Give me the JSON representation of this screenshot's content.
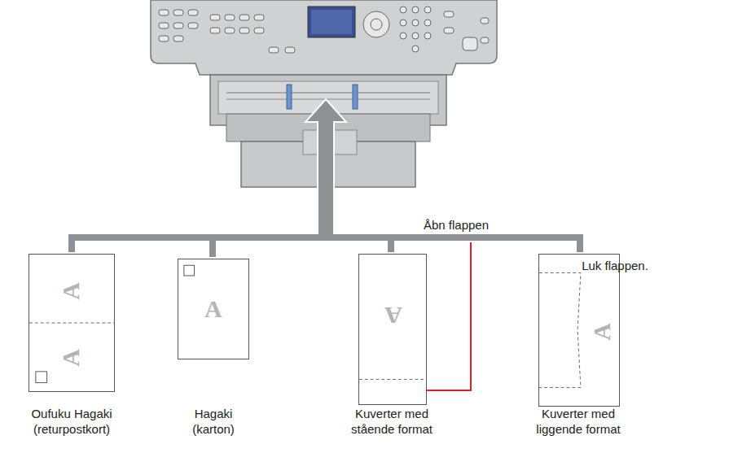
{
  "diagram": {
    "nodes": [
      {
        "text": [
          "A",
          "A"
        ]
      },
      {
        "text": [
          "A"
        ]
      },
      {
        "text": [
          "A"
        ]
      },
      {
        "text": [
          "A"
        ]
      }
    ],
    "labels": [
      "Åbn flappen",
      "Luk flappen.",
      "Oufuku Hagaki (returpostkort)",
      "Hagaki (karton)",
      "Kuverter med stående format",
      "Kuverter med liggende format"
    ]
  }
}
